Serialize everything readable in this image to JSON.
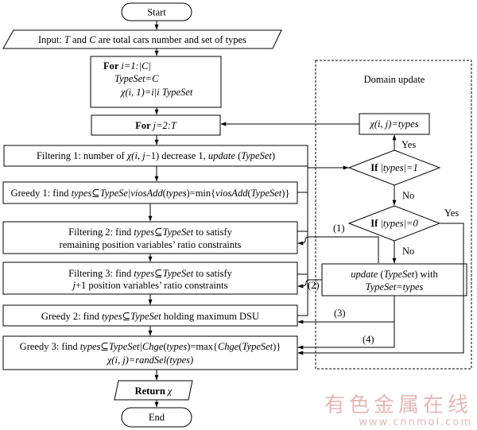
{
  "flowchart": {
    "start": "Start",
    "end": "End",
    "input": {
      "p1": "Input: ",
      "t1": "T",
      "p2": " and ",
      "t2": "C",
      "p3": " are total cars number and set of types"
    },
    "init": {
      "for_kw": "For ",
      "for_expr": "i=1:|C|",
      "typeset": "TypeSet=C",
      "chi": "χ(i, 1)=i|i  TypeSet"
    },
    "loop": {
      "for_kw": "For ",
      "for_expr": "j=2:T"
    },
    "filter1": {
      "p1": "Filtering 1: number of ",
      "e1": "χ(i, j",
      "p2": "−1) decrease 1, ",
      "e2": "update",
      "p3": " (",
      "e3": "TypeSet",
      "p4": ")"
    },
    "greedy1": {
      "p1": "Greedy 1: find ",
      "e1": "types",
      "p2": "⊆",
      "e2": "TypeSe|viosAdd",
      "p3": "(",
      "e3": "types",
      "p4": ")=min{",
      "e4": "viosAdd",
      "p5": "(",
      "e5": "TypeSet",
      "p6": ")}"
    },
    "filter2": {
      "p1": "Filtering 2: find ",
      "e1": "types",
      "p2": "⊆",
      "e2": "TypeSet",
      "p3": " to satisfy",
      "line2": "remaining position variables’ ratio constraints"
    },
    "filter3": {
      "p1": "Filtering 3: find ",
      "e1": "types",
      "p2": "⊆",
      "e2": "TypeSet",
      "p3": " to satisfy",
      "e4": "j",
      "p4": "+1 position variables’ ratio constraints"
    },
    "greedy2": {
      "p1": "Greedy 2: find ",
      "e1": "types",
      "p2": "⊆",
      "e2": "TypeSet",
      "p3": " holding maximum DSU"
    },
    "greedy3": {
      "p1": "Greedy 3: find ",
      "e1": "types",
      "p2": "⊆",
      "e2": "TypeSet|Chge",
      "p3": "(",
      "e3": "types",
      "p4": ")=max{",
      "e4": "Chge",
      "p5": "(",
      "e5": "TypeSet",
      "p6": ")}",
      "chi": "χ(i, j)=randSel(types)"
    },
    "ret": {
      "kw": "Return ",
      "sym": "χ"
    },
    "domain": {
      "title": "Domain update",
      "assign": "χ(i, j)=types",
      "d1": {
        "kw": "If ",
        "expr": "|types|=1"
      },
      "d2": {
        "kw": "If ",
        "expr": "|types|=0"
      },
      "yes": "Yes",
      "no": "No",
      "upd": {
        "e1": "update",
        "p1": " (",
        "e2": "TypeSet",
        "p2": ") with",
        "line2": "TypeSet=types"
      },
      "paths": [
        "(1)",
        "(2)",
        "(3)",
        "(4)"
      ]
    }
  },
  "watermark": {
    "cn": "有色金属在线",
    "url": "www.cnnmol.com"
  }
}
